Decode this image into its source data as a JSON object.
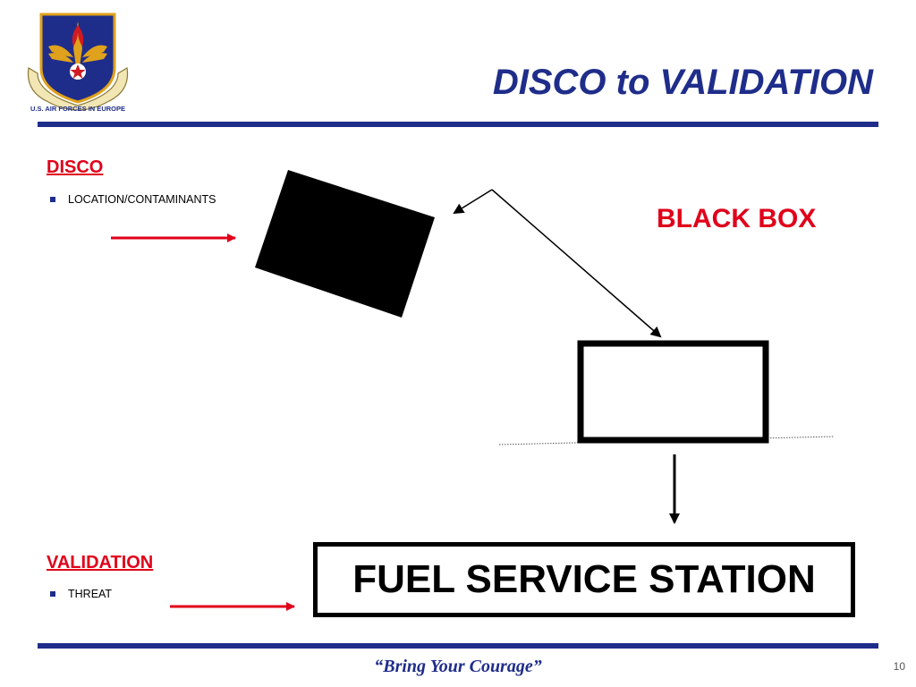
{
  "slide": {
    "title": "DISCO to VALIDATION",
    "slogan": "“Bring Your Courage”",
    "page_number": "10"
  },
  "logo": {
    "text": "U.S. AIR FORCES IN EUROPE",
    "colors": {
      "shield": "#1f2d8a",
      "wings": "#e0a21c",
      "scroll": "#f3e6b5"
    }
  },
  "disco": {
    "heading": "DISCO",
    "bullet": "LOCATION/CONTAMINANTS"
  },
  "validation": {
    "heading": "VALIDATION",
    "bullet": "THREAT"
  },
  "diagram": {
    "black_box_label": "BLACK BOX",
    "fuel_station_label": "FUEL SERVICE STATION"
  },
  "colors": {
    "brand_blue": "#1f2d8a",
    "accent_red": "#e0001a",
    "black": "#000000"
  }
}
